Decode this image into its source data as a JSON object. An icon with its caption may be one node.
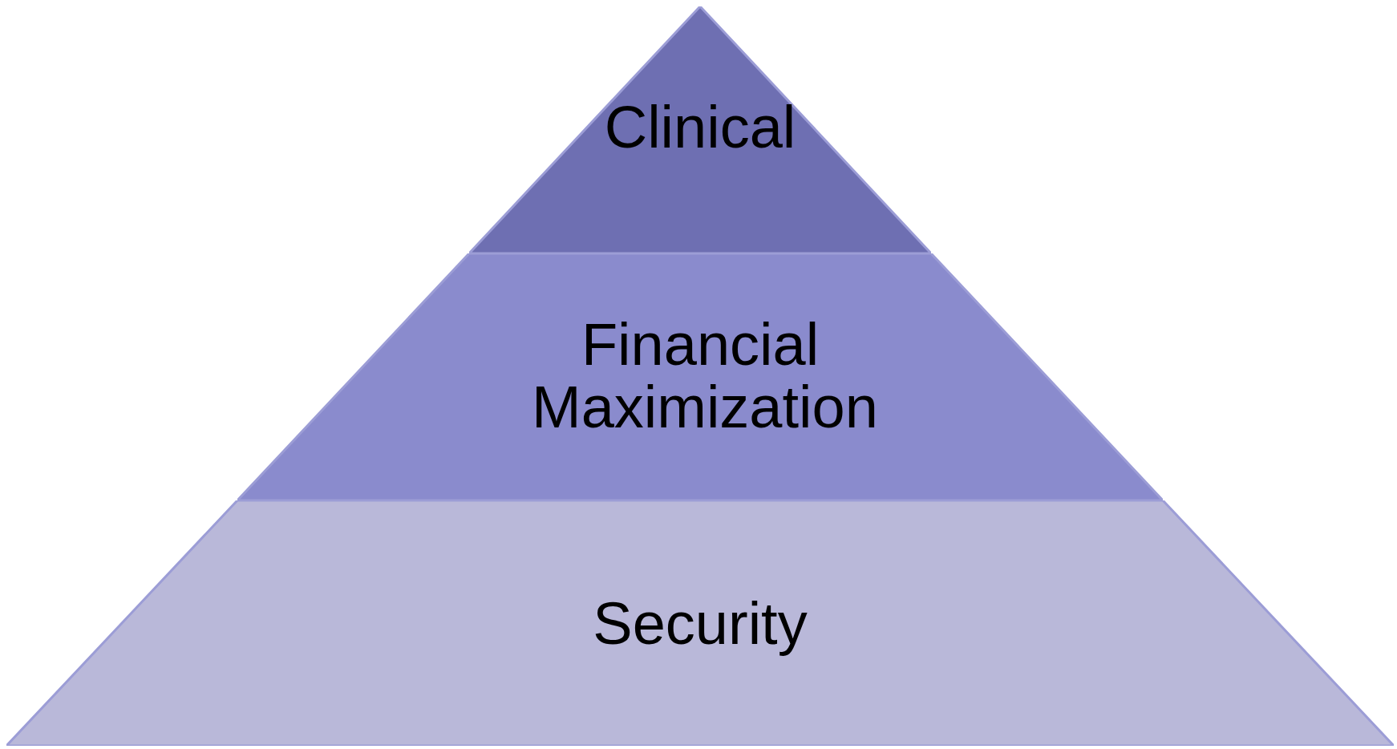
{
  "diagram": {
    "nodes": [
      {
        "text": [
          "Clinical"
        ]
      },
      {
        "text": [
          "Financial Maximization"
        ]
      },
      {
        "text": [
          "Security"
        ]
      }
    ]
  }
}
